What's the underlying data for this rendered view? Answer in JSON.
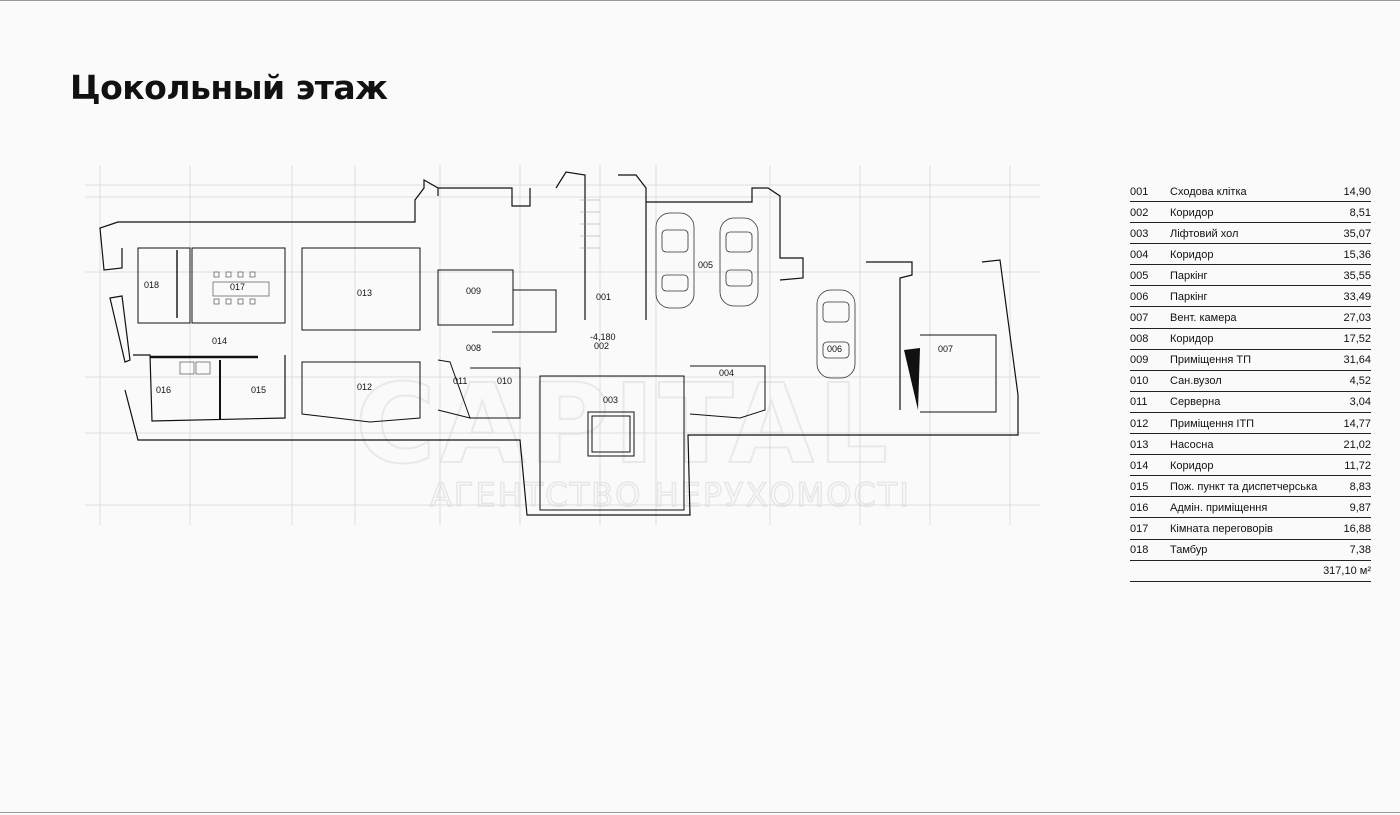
{
  "title": "Цокольный этаж",
  "plan": {
    "level_mark": "-4,180",
    "watermark_main": "CAPITAL",
    "watermark_sub": "АГЕНТСТВО НЕРУХОМОСТІ"
  },
  "rooms": [
    {
      "code": "001",
      "name": "Сходова клітка",
      "area": "14,90"
    },
    {
      "code": "002",
      "name": "Коридор",
      "area": "8,51"
    },
    {
      "code": "003",
      "name": "Ліфтовий хол",
      "area": "35,07"
    },
    {
      "code": "004",
      "name": "Коридор",
      "area": "15,36"
    },
    {
      "code": "005",
      "name": "Паркінг",
      "area": "35,55"
    },
    {
      "code": "006",
      "name": "Паркінг",
      "area": "33,49"
    },
    {
      "code": "007",
      "name": "Вент. камера",
      "area": "27,03"
    },
    {
      "code": "008",
      "name": "Коридор",
      "area": "17,52"
    },
    {
      "code": "009",
      "name": "Приміщення ТП",
      "area": "31,64"
    },
    {
      "code": "010",
      "name": "Сан.вузол",
      "area": "4,52"
    },
    {
      "code": "011",
      "name": "Серверна",
      "area": "3,04"
    },
    {
      "code": "012",
      "name": "Приміщення ІТП",
      "area": "14,77"
    },
    {
      "code": "013",
      "name": "Насосна",
      "area": "21,02"
    },
    {
      "code": "014",
      "name": "Коридор",
      "area": "11,72"
    },
    {
      "code": "015",
      "name": "Пож. пункт та диспетчерська",
      "area": "8,83"
    },
    {
      "code": "016",
      "name": "Адмін. приміщення",
      "area": "9,87"
    },
    {
      "code": "017",
      "name": "Кімната переговорів",
      "area": "16,88"
    },
    {
      "code": "018",
      "name": "Тамбур",
      "area": "7,38"
    }
  ],
  "total": "317,10 м²"
}
